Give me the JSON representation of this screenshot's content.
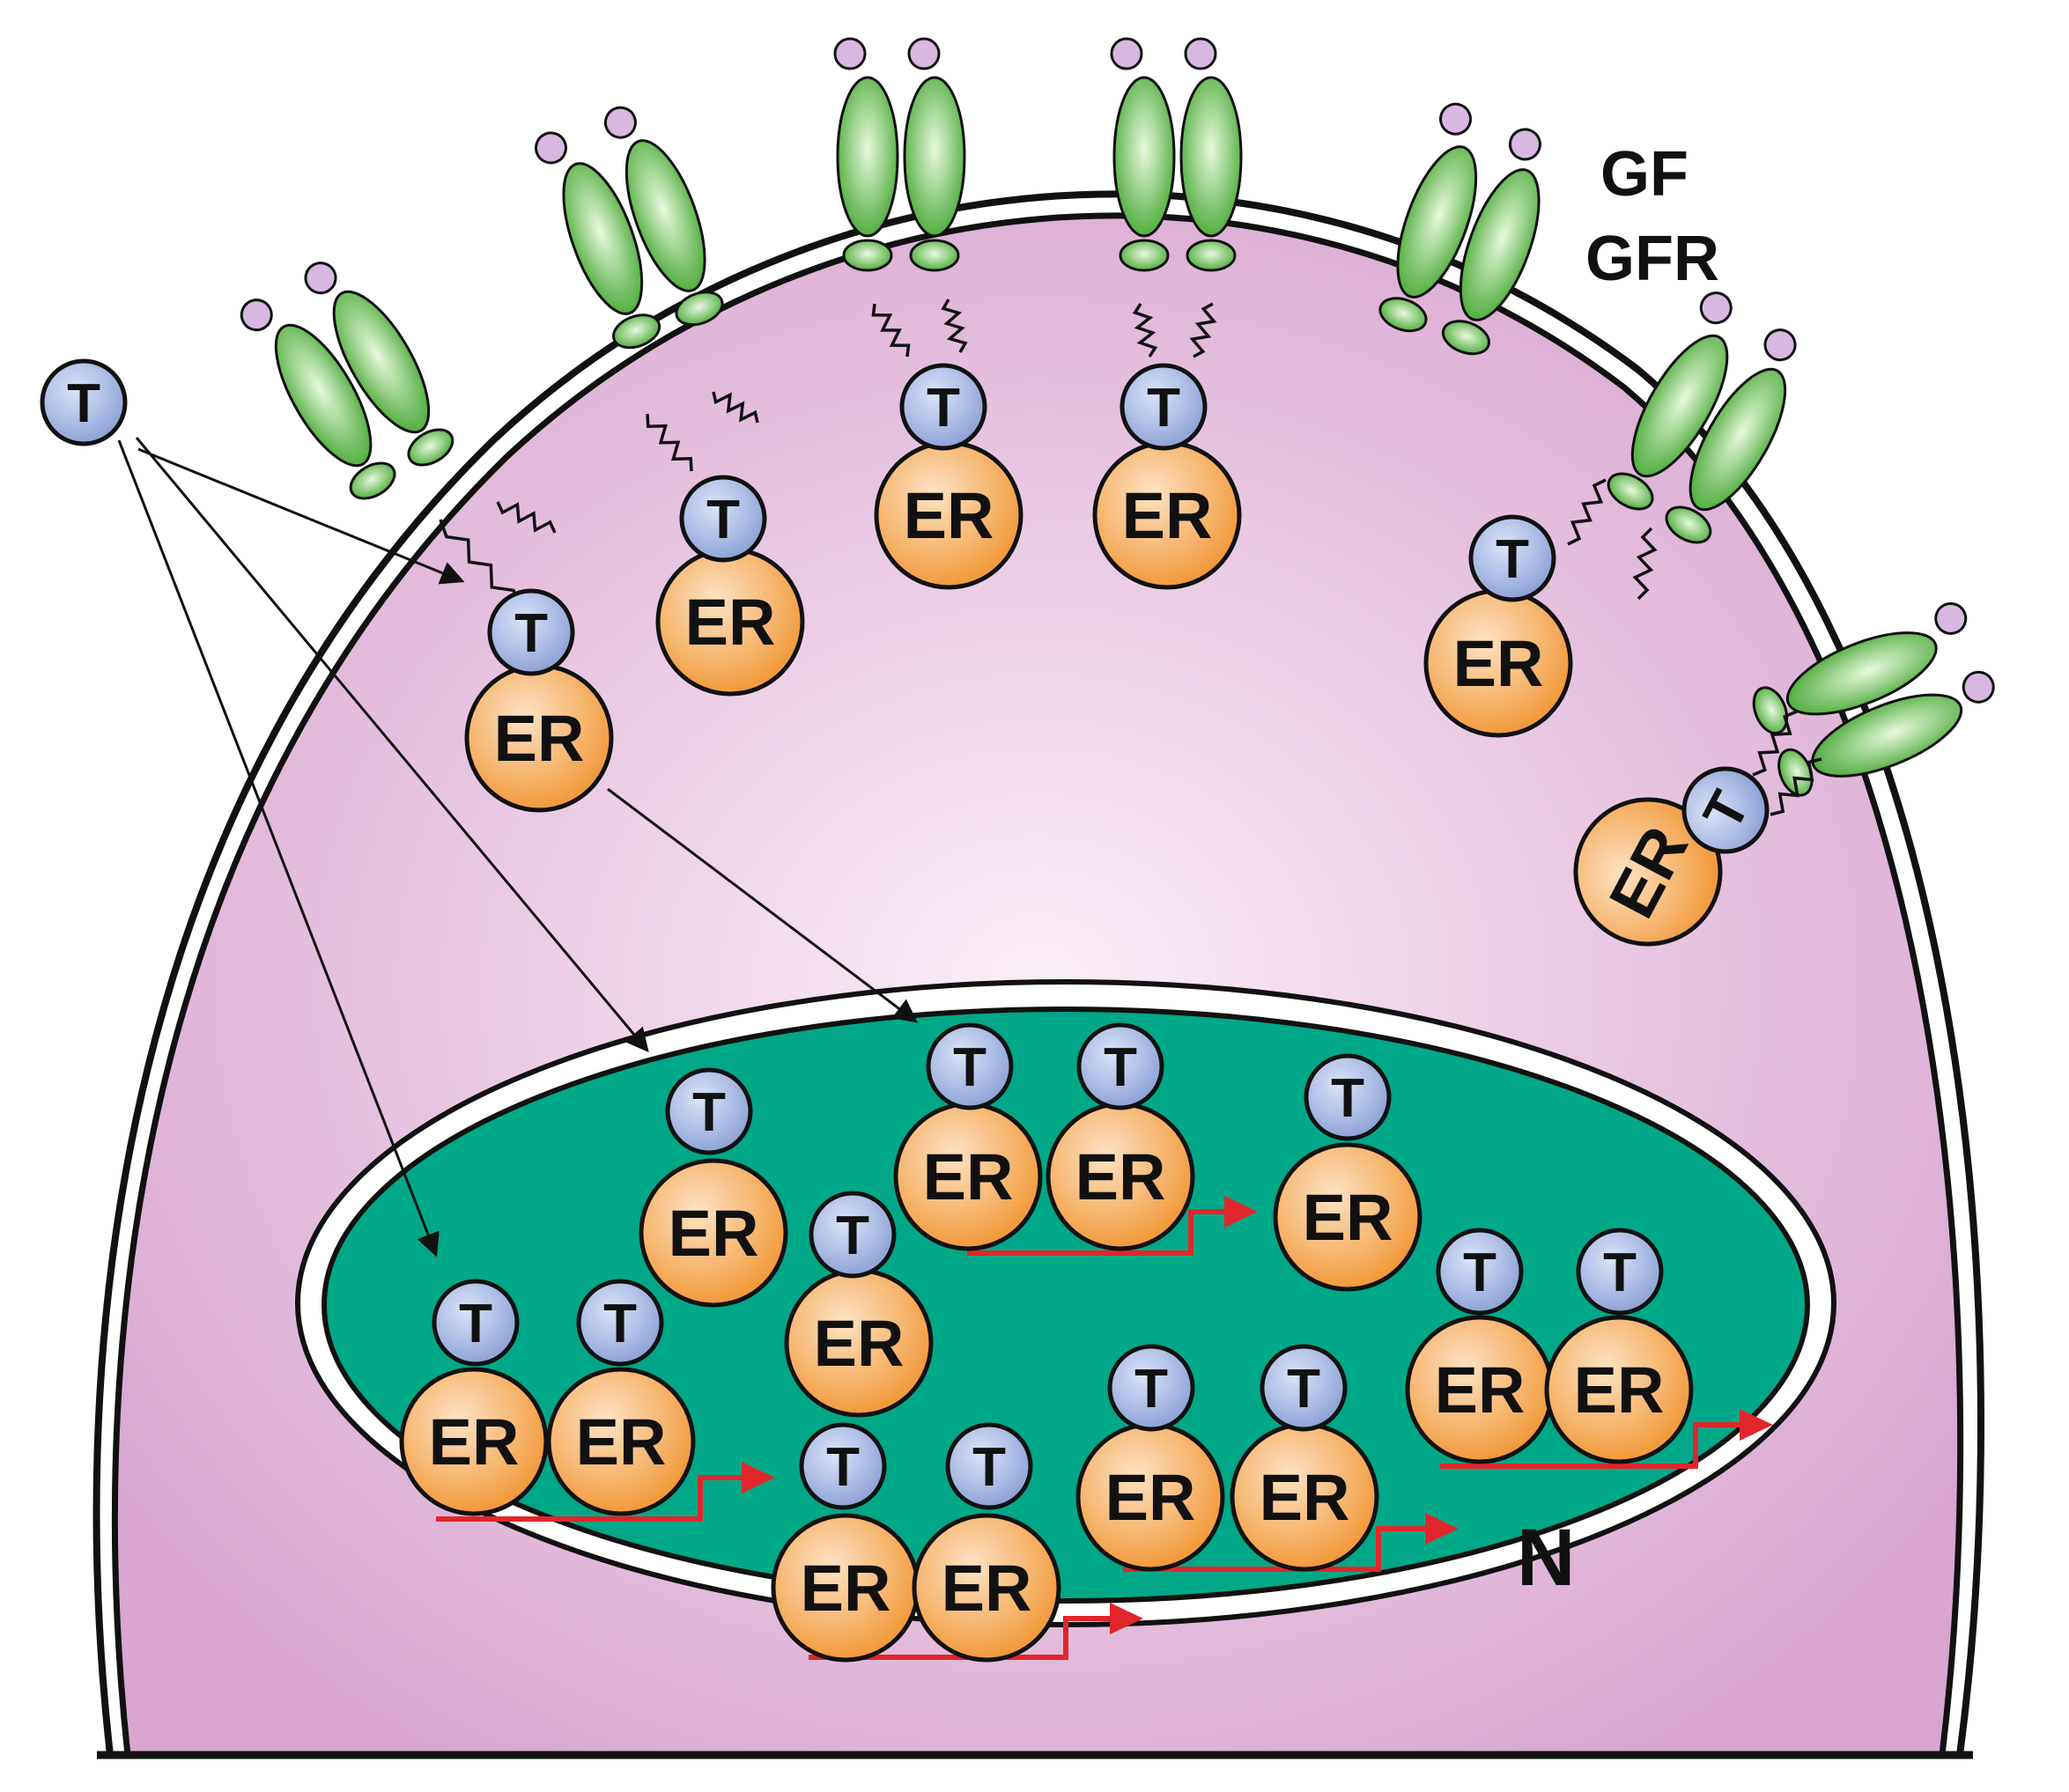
{
  "labels": {
    "ligand": "T",
    "receptor": "ER",
    "growth_factor": "GF",
    "growth_factor_receptor": "GFR",
    "nucleus": "N"
  },
  "colors": {
    "cytoplasm_center": "#fbeef8",
    "cytoplasm_edge": "#d8a6cf",
    "membrane": "#111111",
    "nucleus_fill": "#00a887",
    "ligand_center": "#dbe4f7",
    "ligand_edge": "#8fa3d8",
    "receptor_center": "#fde3c4",
    "receptor_edge": "#f29a3c",
    "gfr_center": "#e9f8df",
    "gfr_edge": "#45a832",
    "gf_fill": "#d7b8e0",
    "transcription_arrow": "#e0262b"
  },
  "icons": {
    "growth_factor": "small-purple-circle",
    "growth_factor_receptor": "green-paired-ellipses",
    "transcription_start": "red-bent-arrow"
  }
}
